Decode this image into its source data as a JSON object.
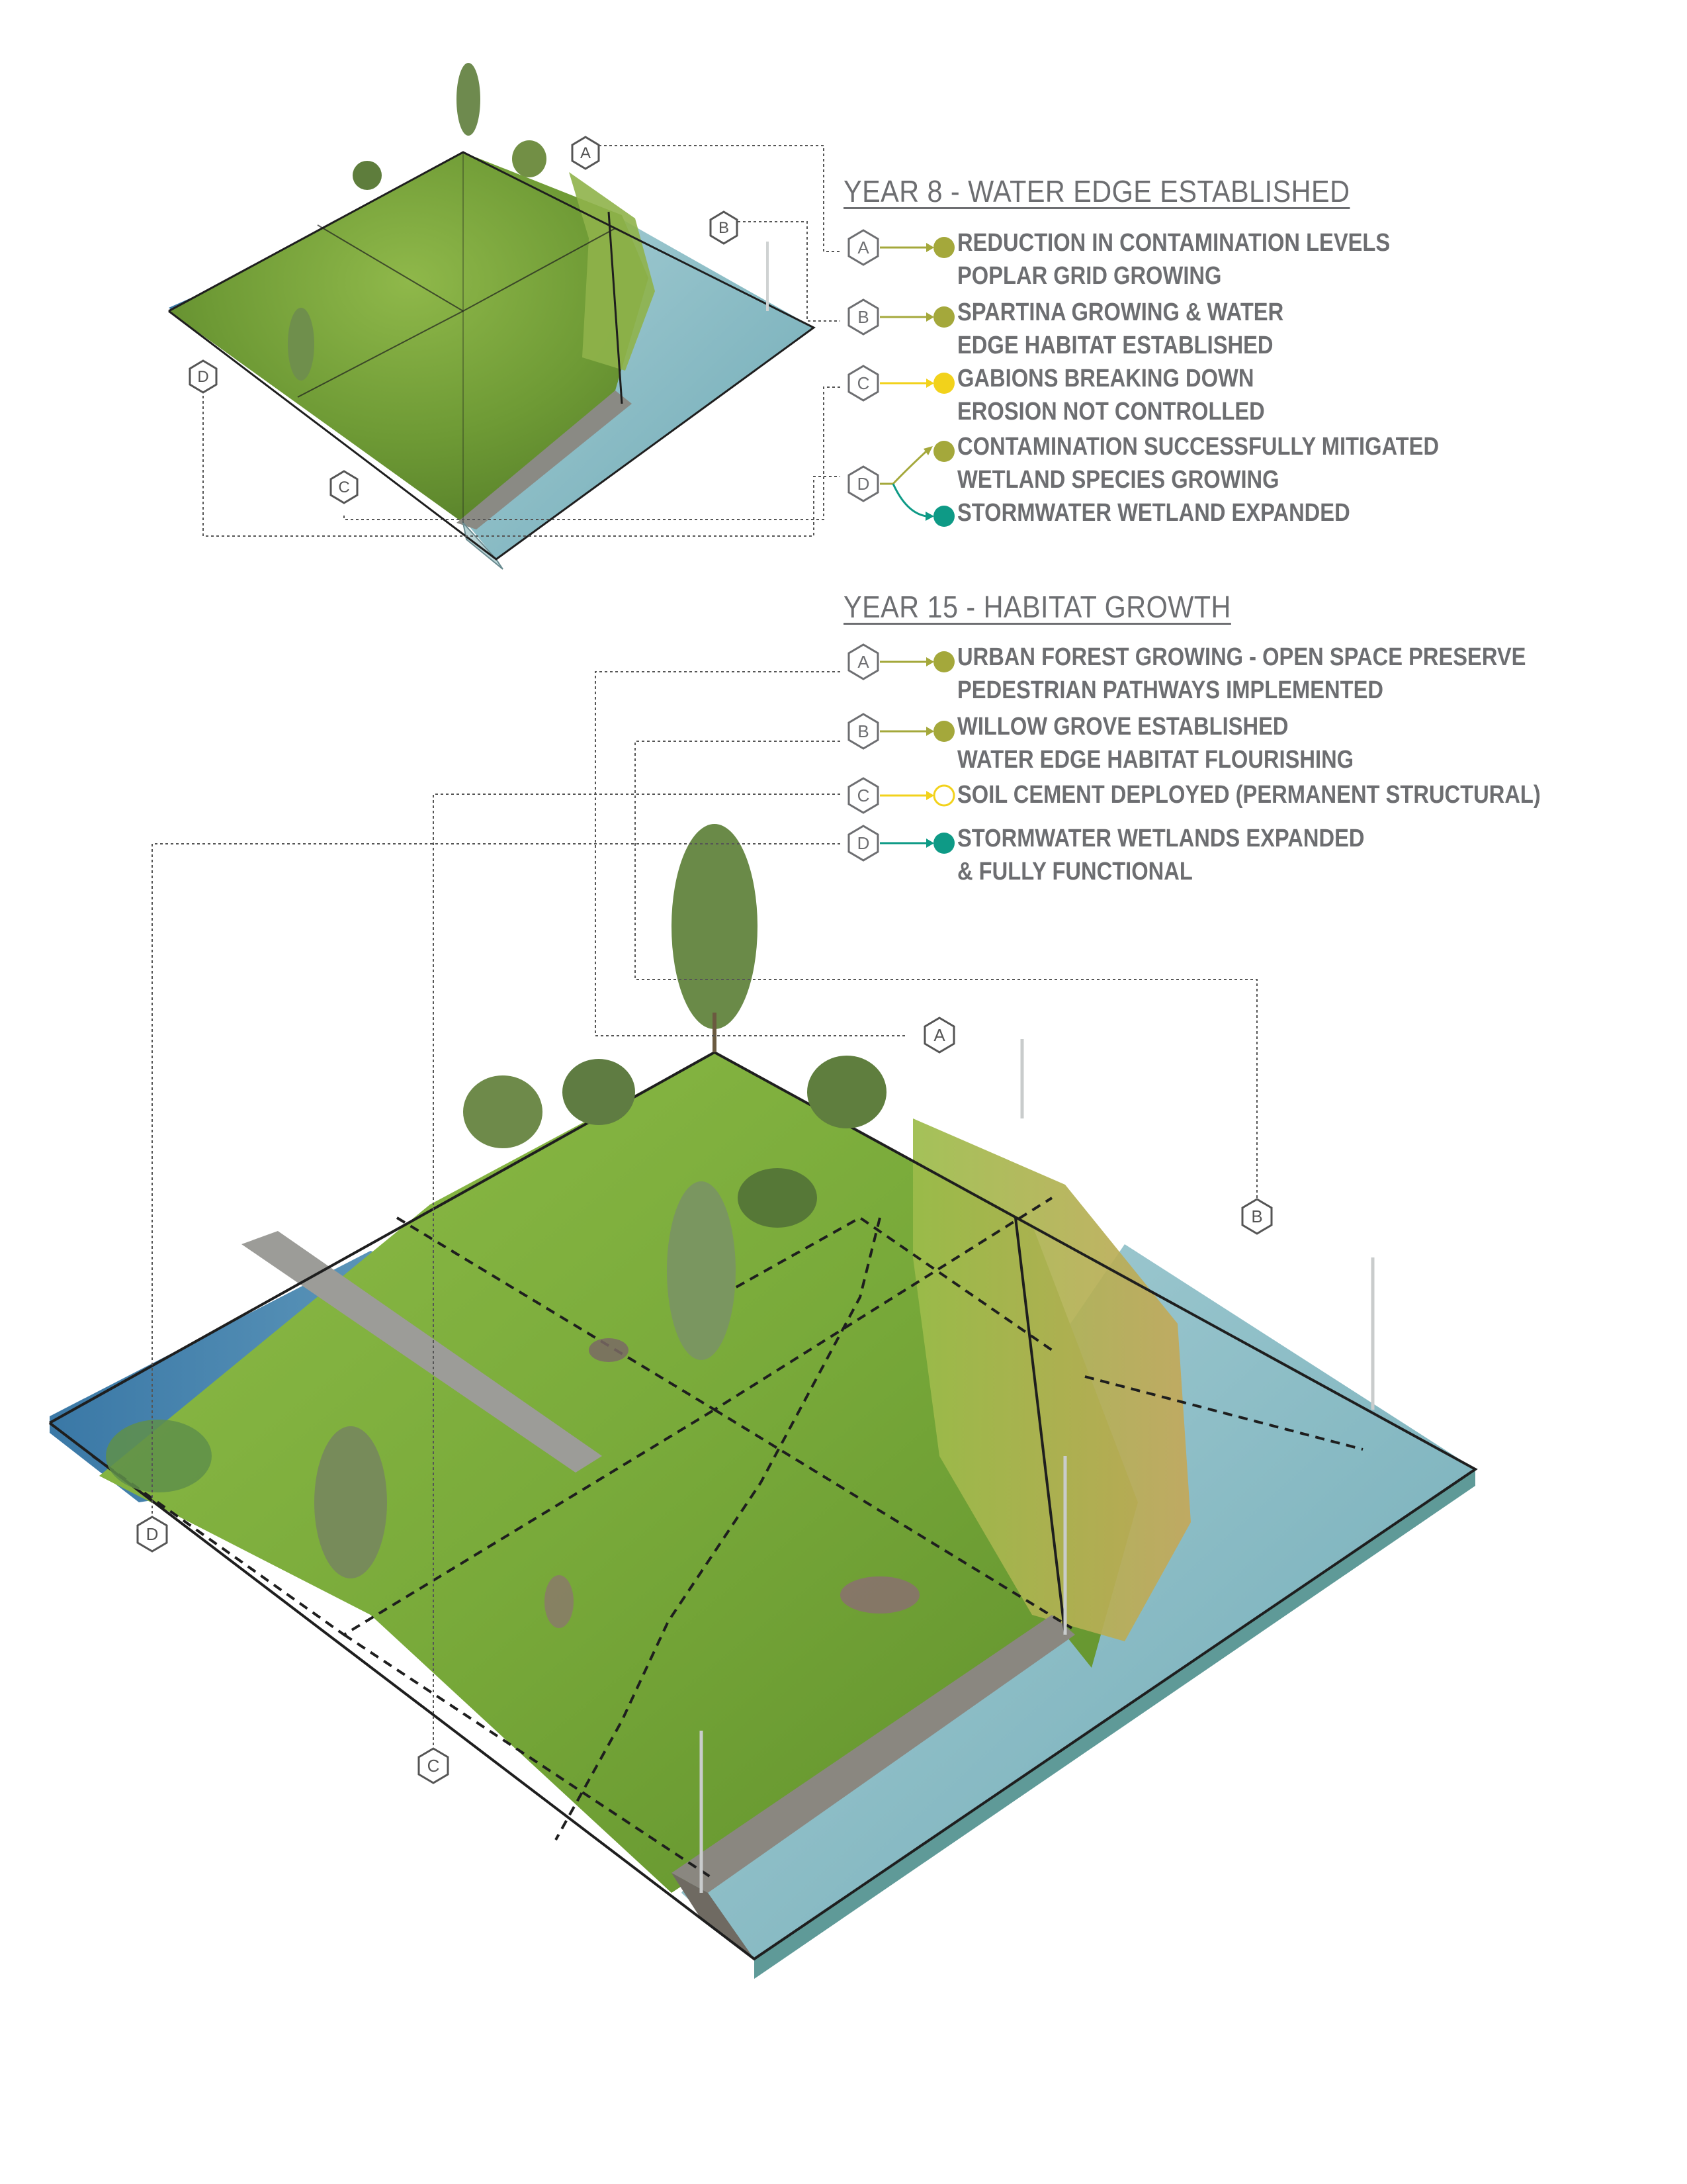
{
  "year8": {
    "title": "YEAR 8 - WATER EDGE ESTABLISHED",
    "items": [
      {
        "key": "A",
        "lines": [
          "REDUCTION IN CONTAMINATION LEVELS",
          "POPLAR GRID GROWING"
        ]
      },
      {
        "key": "B",
        "lines": [
          "SPARTINA GROWING & WATER",
          "EDGE HABITAT ESTABLISHED"
        ]
      },
      {
        "key": "C",
        "lines": [
          "GABIONS BREAKING DOWN",
          "EROSION NOT CONTROLLED"
        ]
      },
      {
        "key": "D",
        "lines": [
          "CONTAMINATION SUCCESSFULLY MITIGATED",
          "WETLAND SPECIES GROWING",
          "STORMWATER WETLAND EXPANDED"
        ]
      }
    ]
  },
  "year15": {
    "title": "YEAR 15 - HABITAT GROWTH",
    "items": [
      {
        "key": "A",
        "lines": [
          "URBAN FOREST GROWING - OPEN SPACE PRESERVE",
          "PEDESTRIAN PATHWAYS IMPLEMENTED"
        ]
      },
      {
        "key": "B",
        "lines": [
          "WILLOW GROVE ESTABLISHED",
          "WATER EDGE HABITAT FLOURISHING"
        ]
      },
      {
        "key": "C",
        "lines": [
          "SOIL CEMENT DEPLOYED (PERMANENT STRUCTURAL)"
        ]
      },
      {
        "key": "D",
        "lines": [
          "STORMWATER WETLANDS EXPANDED",
          "& FULLY FUNCTIONAL"
        ]
      }
    ]
  },
  "colors": {
    "olive": "#a4a83b",
    "yellow": "#f2d21b",
    "teal": "#0e9a86",
    "text": "#6d6e71",
    "grass": "#7aa83c",
    "water": "#7fb8c4"
  }
}
